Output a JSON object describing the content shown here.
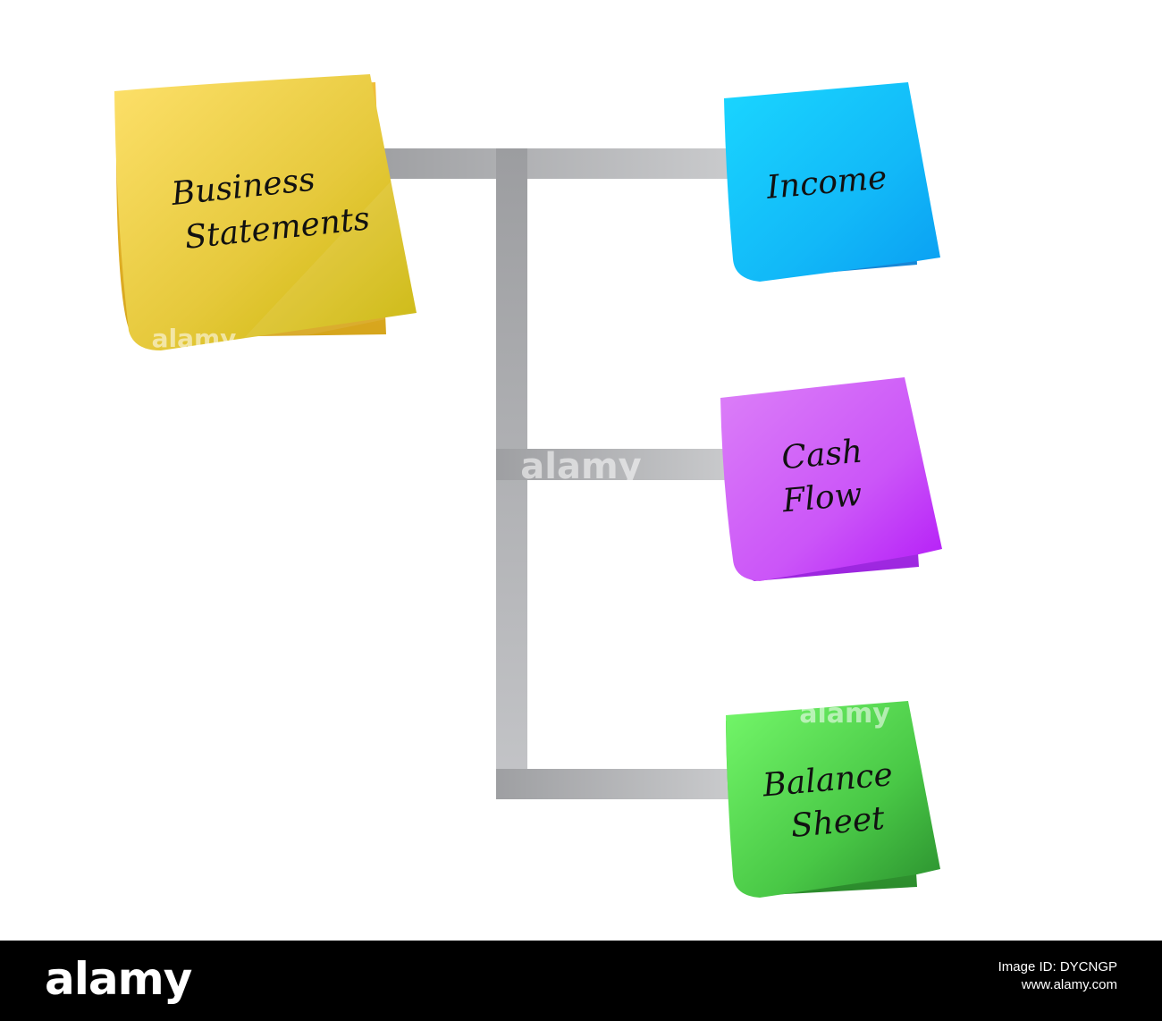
{
  "diagram": {
    "root": {
      "label_line1": "Business",
      "label_line2": "Statements",
      "color": "#e8cc3a"
    },
    "children": [
      {
        "label_line1": "Income",
        "label_line2": "",
        "color": "#16c6f5"
      },
      {
        "label_line1": "Cash",
        "label_line2": "Flow",
        "color": "#cc4cf5"
      },
      {
        "label_line1": "Balance",
        "label_line2": "Sheet",
        "color": "#4fd44a"
      }
    ],
    "connector_color": "#a7a8aa"
  },
  "watermark": {
    "text": "alamy"
  },
  "footer": {
    "logo": "alamy",
    "image_id": "Image ID: DYCNGP",
    "site": "www.alamy.com"
  }
}
